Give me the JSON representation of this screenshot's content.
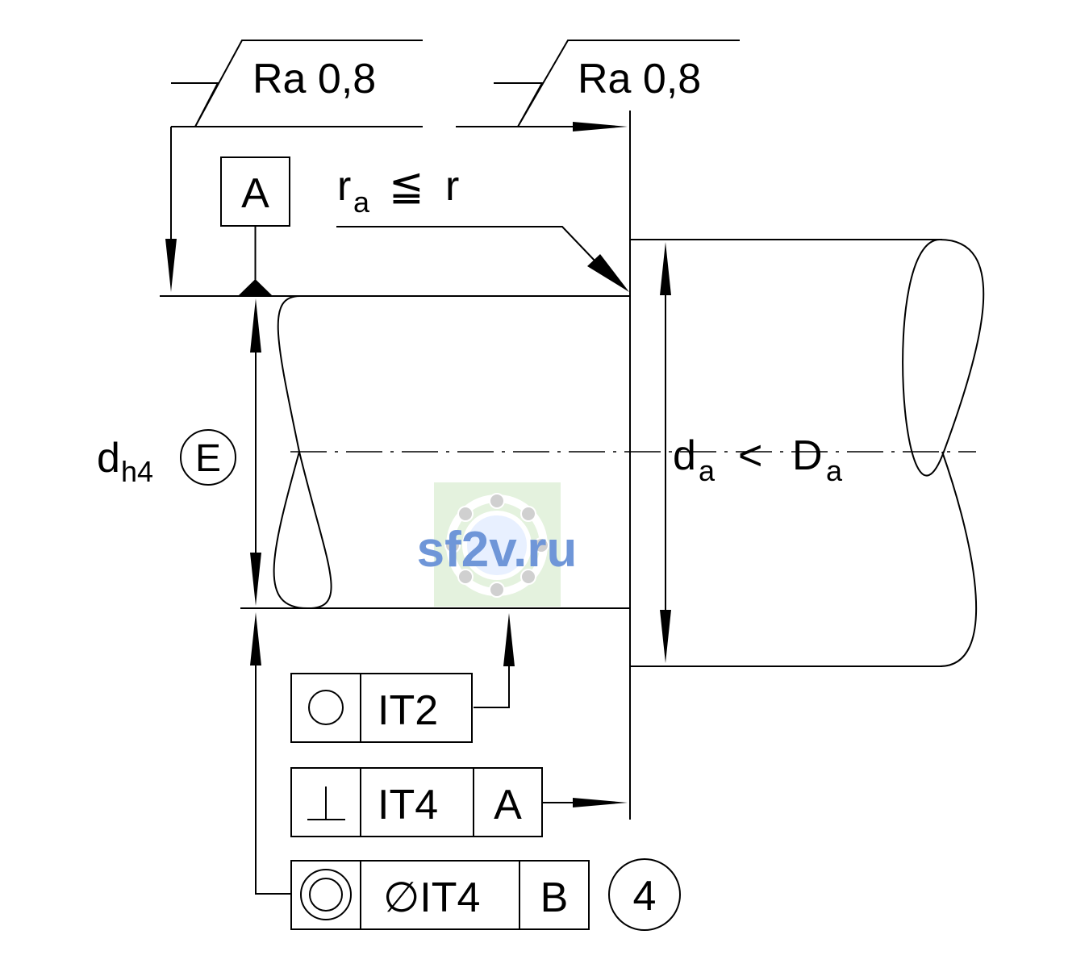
{
  "surface_finish": [
    {
      "label": "Ra 0,8"
    },
    {
      "label": "Ra 0,8"
    }
  ],
  "datum": {
    "label": "A"
  },
  "radius_note": {
    "main": "r",
    "sub": "a",
    "symbol": "≦",
    "rhs": "r"
  },
  "shaft_diameter": {
    "main": "d",
    "sub": "h4",
    "envelope": "E"
  },
  "shoulder_diameter": {
    "main": "d",
    "sub": "a",
    "symbol": "<",
    "rhs_main": "D",
    "rhs_sub": "a"
  },
  "tolerance_frames": [
    {
      "symbol": "roundness",
      "value": "IT2"
    },
    {
      "symbol": "perpendicularity",
      "value": "IT4",
      "datum": "A"
    },
    {
      "symbol": "concentricity",
      "value": "∅IT4",
      "datum": "B",
      "note": "4"
    }
  ],
  "watermark": {
    "text": "sf2v.ru",
    "colors": {
      "text": "#6f96d8",
      "bg": "#dff0d8"
    }
  }
}
